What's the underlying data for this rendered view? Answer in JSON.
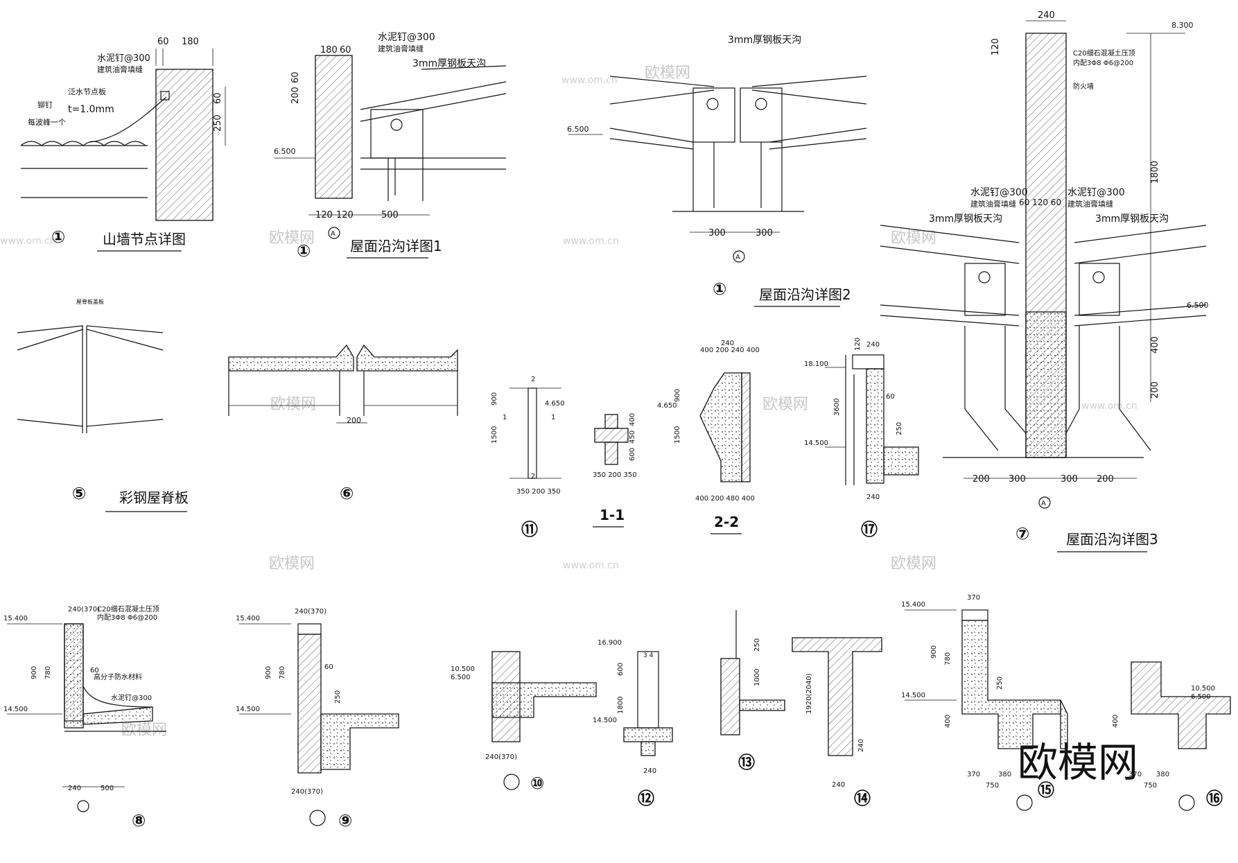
{
  "labels": {
    "d1_title": "山墙节点详图",
    "d1_num": "①",
    "d1_note_a": "水泥钉@300",
    "d1_note_b": "建筑油膏填缝",
    "d1_note_c": "泛水节点板",
    "d1_note_d": "t=1.0mm",
    "d1_note_e": "铆钉",
    "d1_note_f": "每波峰一个",
    "d1_dim_60": "60",
    "d1_dim_180": "180",
    "d1_dim_60v": "60",
    "d1_dim_250": "250",
    "d2_title": "屋面沿沟详图1",
    "d2_num": "①",
    "d2_note_a": "水泥钉@300",
    "d2_note_b": "建筑油膏填缝",
    "d2_note_c": "3mm厚钢板天沟",
    "d2_dim_180": "180",
    "d2_dim_60": "60",
    "d2_dim_200": "200",
    "d2_dim_60v": "60",
    "d2_elev": "6.500",
    "d2_dim_120a": "120",
    "d2_dim_120b": "120",
    "d2_dim_500": "500",
    "d2_axis": "A",
    "d3_title": "屋面沿沟详图2",
    "d3_num": "①",
    "d3_note": "3mm厚钢板天沟",
    "d3_elev": "6.500",
    "d3_dim_300a": "300",
    "d3_dim_300b": "300",
    "d3_axis": "A",
    "d7_title": "屋面沿沟详图3",
    "d7_num": "⑦",
    "d7_dim_240": "240",
    "d7_elev_top": "8.300",
    "d7_note_a": "C20细石混凝土压顶",
    "d7_note_b": "内配3Φ8 Φ6@200",
    "d7_note_c": "防火墙",
    "d7_dim_120": "120",
    "d7_dim_1800": "1800",
    "d7_note_l1": "水泥钉@300",
    "d7_note_l2": "建筑油膏填缝",
    "d7_note_r1": "水泥钉@300",
    "d7_note_r2": "建筑油膏填缝",
    "d7_dim_mid": "60 120 60",
    "d7_gutter_l": "3mm厚钢板天沟",
    "d7_gutter_r": "3mm厚钢板天沟",
    "d7_elev": "6.500",
    "d7_dim_400": "400",
    "d7_dim_200v": "200",
    "d7_dim_200a": "200",
    "d7_dim_300a": "300",
    "d7_dim_300b": "300",
    "d7_dim_200b": "200",
    "d7_axis": "A",
    "d5_title": "彩钢屋脊板",
    "d5_num": "⑤",
    "d5_note": "屋脊板盖板",
    "d6_num": "⑥",
    "d6_dim": "200",
    "d11_num": "⑪",
    "d11_elev": "4.650",
    "d11_dim_900": "900",
    "d11_dim_1500": "1500",
    "d11_mark_1": "1",
    "d11_mark_1b": "1",
    "d11_mark_2": "2",
    "d11_mark_2b": "2",
    "d11_dim_bot": "350 200 350",
    "s11_title": "1-1",
    "s11_dim_400": "400",
    "s11_dim_450": "450",
    "s11_dim_600": "600",
    "s11_dim_bot": "350 200 350",
    "s22_title": "2-2",
    "s22_dim_240": "240",
    "s22_dim_top": "400 200 240 400",
    "s22_elev": "4.650",
    "s22_dim_900": "900",
    "s22_dim_1500": "1500",
    "s22_dim_bot": "400 200 480 400",
    "d17_num": "⑰",
    "d17_dim_120": "120",
    "d17_dim_240": "240",
    "d17_elev_a": "18.100",
    "d17_elev_b": "14.500",
    "d17_dim_3600": "3600",
    "d17_dim_60": "60",
    "d17_dim_250": "250",
    "d17_dim_240b": "240",
    "d8_num": "⑧",
    "d8_dim_top": "240(370)",
    "d8_note_a": "C20细石混凝土压顶",
    "d8_note_b": "内配3Φ8 Φ6@200",
    "d8_elev_a": "15.400",
    "d8_elev_b": "14.500",
    "d8_dim_900": "900",
    "d8_dim_780": "780",
    "d8_dim_60": "60",
    "d8_note_c": "高分子防水材料",
    "d8_note_d": "水泥钉@300",
    "d8_dim_240": "240",
    "d8_dim_500": "500",
    "d9_num": "⑨",
    "d9_dim_top": "240(370)",
    "d9_elev_a": "15.400",
    "d9_elev_b": "14.500",
    "d9_dim_900": "900",
    "d9_dim_780": "780",
    "d9_dim_60": "60",
    "d9_dim_250": "250",
    "d9_dim_bot": "240(370)",
    "d10_num": "⑩",
    "d10_elev_a": "10.500",
    "d10_elev_b": "6.500",
    "d10_dim": "240(370)",
    "d12_num": "⑫",
    "d12_elev_a": "16.900",
    "d12_elev_b": "14.500",
    "d12_dim_600": "600",
    "d12_dim_1800": "1800",
    "d12_dim_240": "240",
    "d12_mark": "3 4",
    "d13_num": "⑬",
    "d13_dim_250": "250",
    "d13_dim_1000": "1000",
    "d14_num": "⑭",
    "d14_dim_1920": "1920(2040)",
    "d14_dim_240": "240",
    "d14_dim_240b": "240",
    "d15_num": "⑮",
    "d15_dim_370": "370",
    "d15_elev_a": "15.400",
    "d15_elev_b": "14.500",
    "d15_dim_900": "900",
    "d15_dim_780": "780",
    "d15_dim_250": "250",
    "d15_dim_400": "400",
    "d15_dim_370b": "370",
    "d15_dim_380": "380",
    "d15_dim_750": "750",
    "d16_num": "⑯",
    "d16_elev_a": "10.500",
    "d16_elev_b": "6.500",
    "d16_dim_400": "400",
    "d16_dim_370": "370",
    "d16_dim_380": "380",
    "d16_dim_750": "750",
    "watermark_cn": "欧模网",
    "watermark_url": "www.om.cn",
    "logo": "欧模网"
  }
}
